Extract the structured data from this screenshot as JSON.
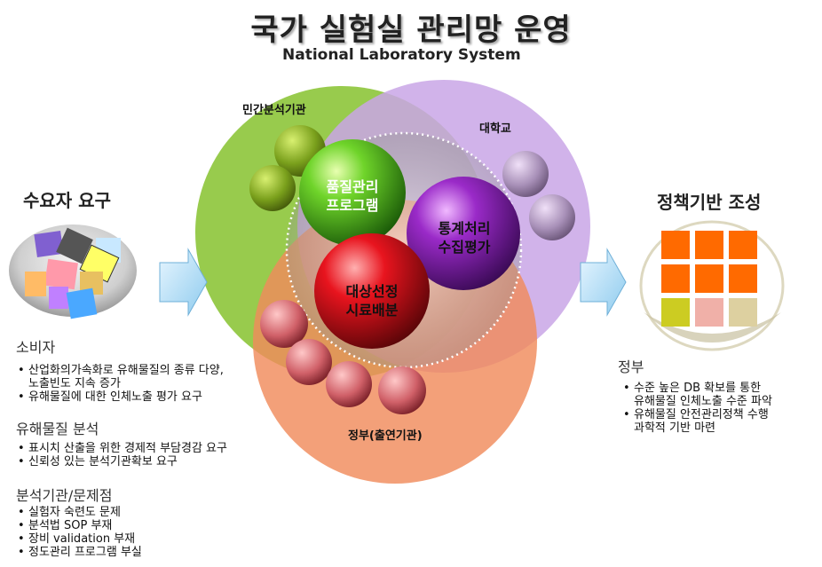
{
  "title": "국가 실험실 관리망 운영",
  "subtitle": "National Laboratory System",
  "circle_labels": {
    "private": "민간분석기관",
    "university": "대학교",
    "government": "정부(출연기관)"
  },
  "center_balls": {
    "quality": [
      "품질관리",
      "프로그램"
    ],
    "statistics": [
      "통계처리",
      "수집평가"
    ],
    "target": [
      "대상선정",
      "시료배분"
    ]
  },
  "left": {
    "heading": "수요자 요구",
    "groups": [
      {
        "title": "소비자",
        "items": [
          "산업화의가속화로 유해물질의 종류 다양,",
          "노출빈도 지속 증가",
          "유해물질에 대한 인체노출 평가 요구"
        ],
        "bullets": [
          0,
          2
        ]
      },
      {
        "title": "유해물질 분석",
        "items": [
          "표시치 산출을 위한 경제적 부담경감 요구",
          "신뢰성 있는 분석기관확보 요구"
        ],
        "bullets": [
          0,
          1
        ]
      },
      {
        "title": "분석기관/문제점",
        "items": [
          "실험자 숙련도 문제",
          "분석법 SOP 부재",
          "장비 validation 부재",
          "정도관리 프로그램 부실"
        ],
        "bullets": [
          0,
          1,
          2,
          3
        ]
      }
    ]
  },
  "right": {
    "heading": "정책기반 조성",
    "group_title": "정부",
    "items": [
      "수준 높은 DB 확보를 통한",
      "유해물질 인체노출 수준 파악",
      "유해물질 안전관리정책 수행",
      "과학적 기반 마련"
    ],
    "bullets": [
      0,
      2
    ]
  },
  "colors": {
    "green_circle": "#8fc73e",
    "purple_circle": "#c9a6e6",
    "orange_circle": "#f08b5c",
    "ball_green": "#3aa514",
    "ball_purple": "#7a1fa0",
    "ball_red": "#c8141e",
    "grid_orange": "#ff6a00",
    "grid_yellow": "#cccc22",
    "grid_pink": "#f0b0a8",
    "grid_beige": "#ddd0a0"
  }
}
